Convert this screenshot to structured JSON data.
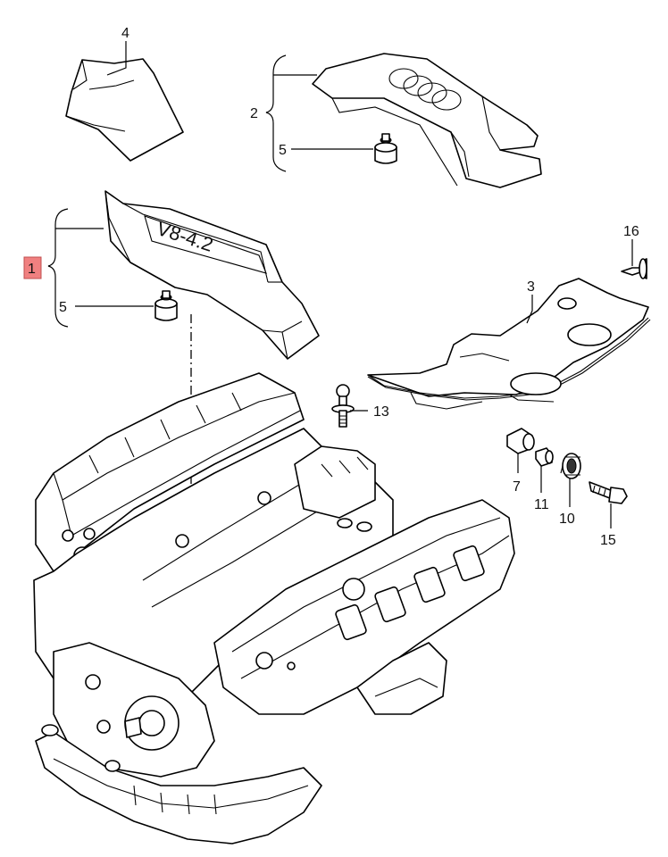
{
  "callouts": {
    "c1": "1",
    "c2": "2",
    "c3": "3",
    "c4": "4",
    "c5_upper": "5",
    "c5_lower": "5",
    "c7": "7",
    "c10": "10",
    "c11": "11",
    "c13": "13",
    "c15": "15",
    "c16": "16"
  },
  "cover_lettering": "V8-4.2",
  "colors": {
    "line": "#000000",
    "highlight": "#f08080",
    "background": "#ffffff"
  }
}
